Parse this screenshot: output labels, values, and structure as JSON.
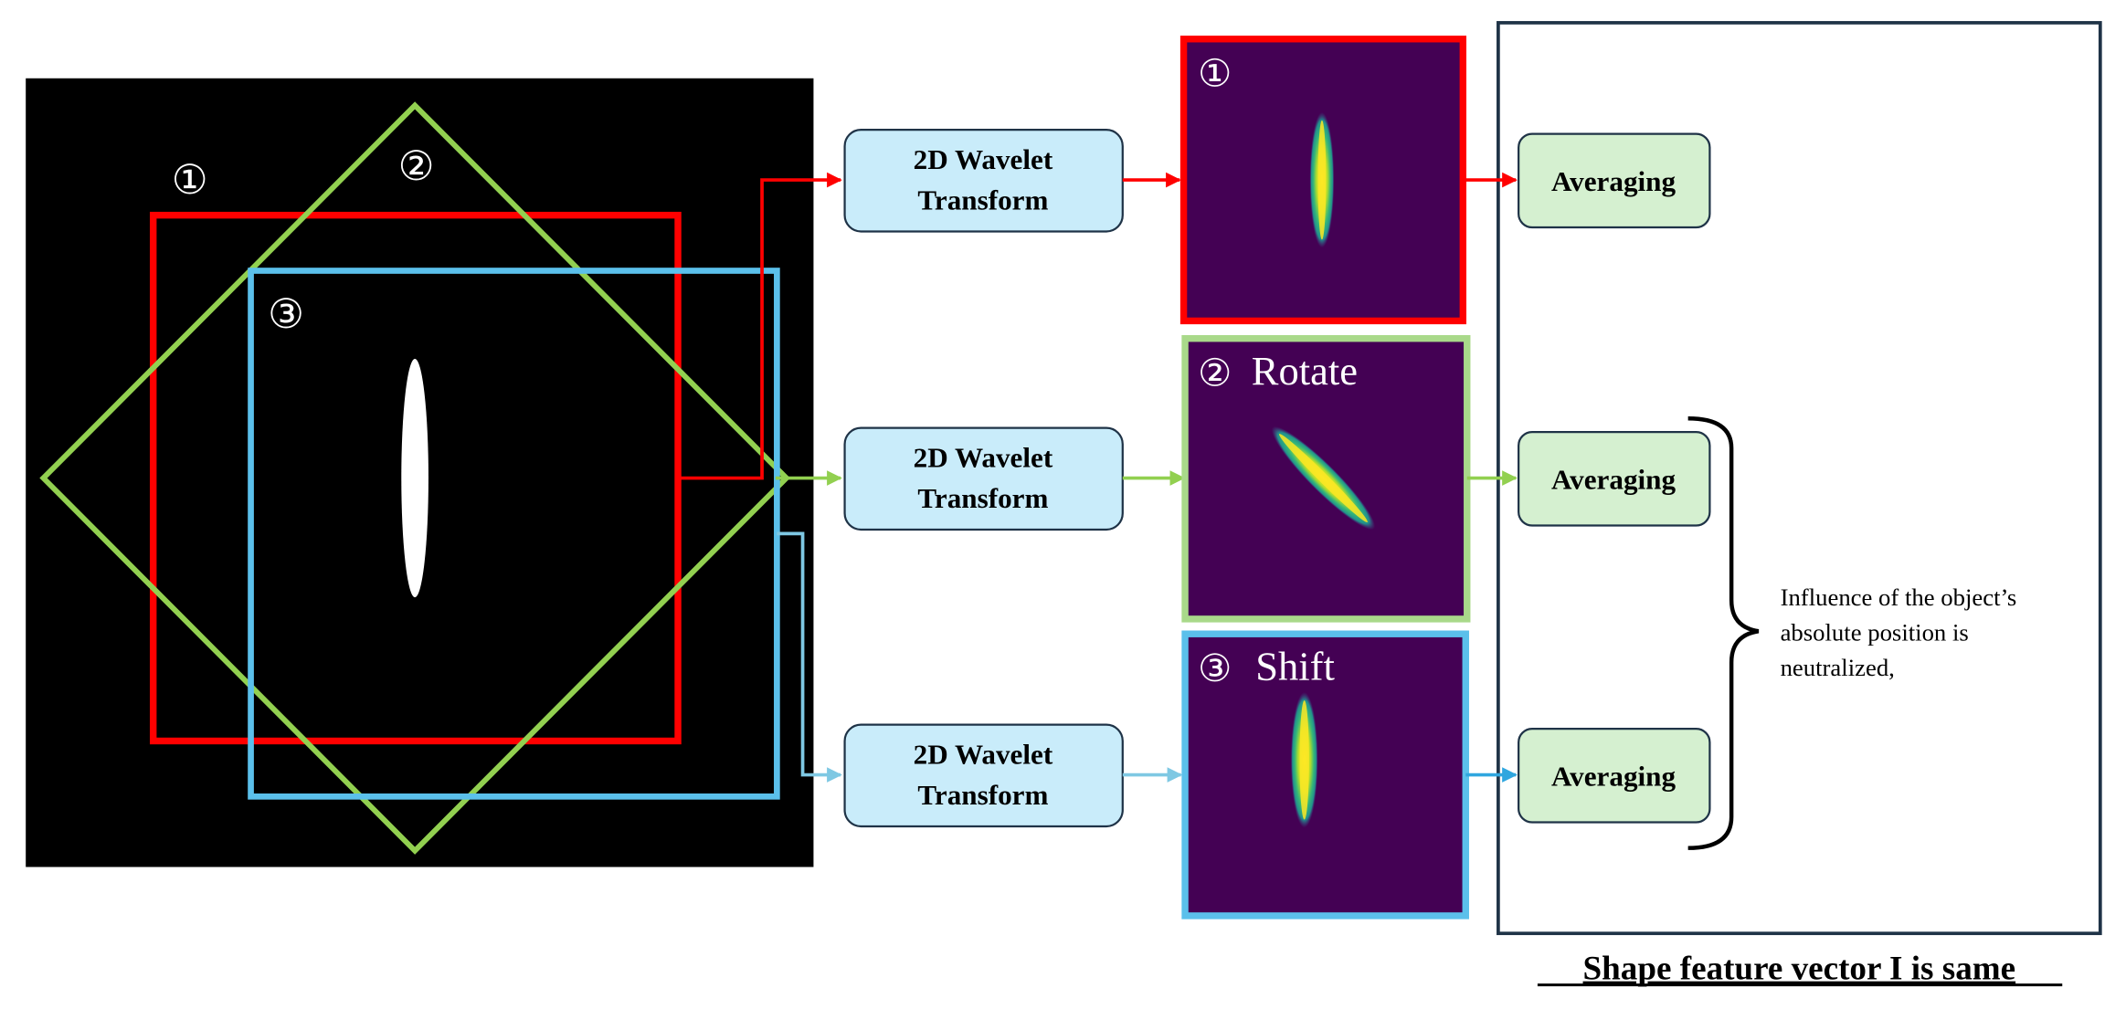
{
  "input_image": {
    "frame_markers": [
      "①",
      "②",
      "③"
    ]
  },
  "pipeline": [
    {
      "marker": "①",
      "transform_label": [
        "2D Wavelet",
        "Transform"
      ],
      "panel_caption": "",
      "averaging_label": "Averaging",
      "color": "#ff0000"
    },
    {
      "marker": "②",
      "transform_label": [
        "2D Wavelet",
        "Transform"
      ],
      "panel_caption": "Rotate",
      "averaging_label": "Averaging",
      "color": "#92d050"
    },
    {
      "marker": "③",
      "transform_label": [
        "2D Wavelet",
        "Transform"
      ],
      "panel_caption": "Shift",
      "averaging_label": "Averaging",
      "color": "#5bc0eb"
    }
  ],
  "note": [
    "Influence of the object’s",
    "absolute position is",
    "neutralized,"
  ],
  "result_caption": "Shape feature vector I is same",
  "colors": {
    "transform_box_fill": "#c9ecfa",
    "averaging_box_fill": "#d5f0d0",
    "panel_background": "#440154",
    "blob_outer": "#21918c",
    "blob_mid": "#5ec962",
    "blob_core": "#fde725",
    "frame_border": "#1f3347"
  }
}
